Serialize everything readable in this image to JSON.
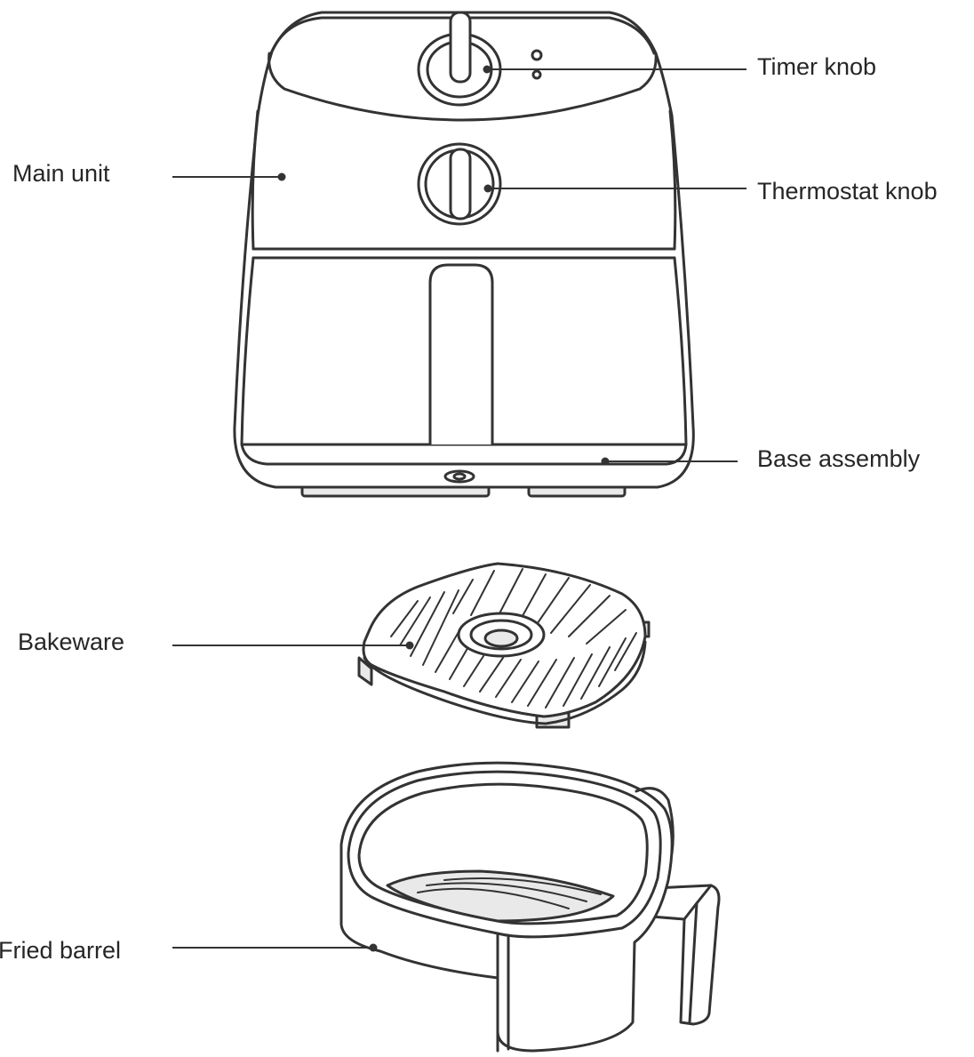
{
  "labels": {
    "timer_knob": "Timer knob",
    "thermostat_knob": "Thermostat knob",
    "main_unit": "Main unit",
    "base_assembly": "Base assembly",
    "bakeware": "Bakeware",
    "fried_barrel": "Fried barrel"
  },
  "colors": {
    "line": "#333333",
    "fill": "#ffffff",
    "shade": "#e9e9e9",
    "text": "#262626"
  }
}
